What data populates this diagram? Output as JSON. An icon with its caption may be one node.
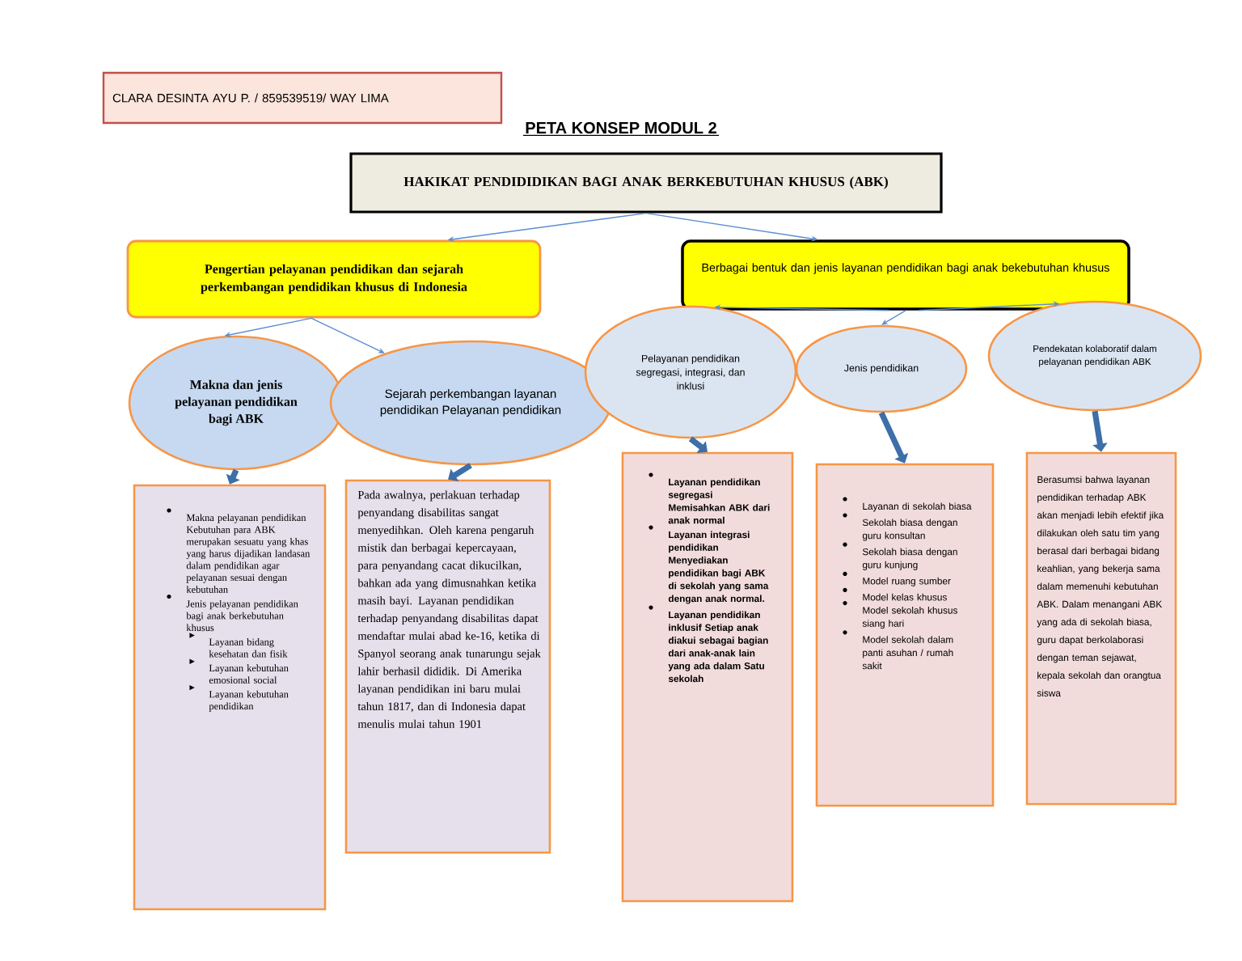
{
  "diagram": {
    "title": "PETA KONSEP MODUL 2",
    "nodes": [
      {
        "text": [
          "CLARA DESINTA AYU P. / 859539519/ WAY LIMA"
        ]
      },
      {
        "text": [
          "HAKIKAT PENDIDIDIKAN BAGI ANAK BERKEBUTUHAN KHUSUS (ABK)"
        ]
      },
      {
        "text": [
          "Pengertian pelayanan pendidikan dan sejarah perkembangan pendidikan khusus di Indonesia"
        ]
      },
      {
        "text": [
          "Berbagai bentuk dan jenis layanan pendidikan bagi anak bekebutuhan khusus"
        ]
      },
      {
        "text": [
          "Makna dan jenis pelayanan pendidikan bagi ABK"
        ]
      },
      {
        "text": [
          "Sejarah perkembangan layanan pendidikan Pelayanan pendidikan"
        ]
      },
      {
        "text": [
          "Pelayanan pendidikan segregasi, integrasi, dan inklusi"
        ]
      },
      {
        "text": [
          "Jenis pendidikan"
        ]
      },
      {
        "text": [
          "Pendekatan kolaboratif dalam pelayanan pendidikan ABK"
        ]
      },
      {
        "text": [
          "Makna pelayanan pendidikan Kebutuhan para ABK merupakan sesuatu yang khas yang harus dijadikan landasan dalam pendidikan agar pelayanan sesuai dengan kebutuhan",
          "Jenis pelayanan pendidikan bagi anak berkebutuhan khusus",
          "Layanan bidang kesehatan dan fisik",
          "Layanan kebutuhan emosional social",
          "Layanan kebutuhan pendidikan"
        ]
      },
      {
        "text": [
          "Pada awalnya, perlakuan terhadap penyandang disabilitas sangat menyedihkan. Oleh karena pengaruh mistik dan berbagai kepercayaan, para penyandang cacat dikucilkan, bahkan ada yang dimusnahkan ketika masih bayi. Layanan pendidikan terhadap penyandang disabilitas dapat mendaftar mulai abad ke-16, ketika di Spanyol seorang anak tunarungu sejak lahir berhasil dididik. Di Amerika layanan pendidikan ini baru mulai tahun 1817, dan di Indonesia dapat menulis mulai tahun 1901"
        ]
      },
      {
        "text": [
          "Layanan pendidikan segregasi Memisahkan ABK dari anak normal",
          "Layanan integrasi pendidikan Menyediakan pendidikan bagi ABK di sekolah yang sama dengan anak normal.",
          "Layanan pendidikan inklusif Setiap anak diakui sebagai bagian dari anak-anak lain yang ada dalam Satu sekolah"
        ]
      },
      {
        "text": [
          "Layanan di sekolah biasa",
          "Sekolah biasa dengan guru konsultan",
          "Sekolah biasa dengan guru kunjung",
          "Model ruang sumber",
          "Model kelas khusus",
          "Model sekolah khusus siang hari",
          "Model sekolah dalam panti asuhan / rumah sakit"
        ]
      },
      {
        "text": [
          "Berasumsi bahwa layanan pendidikan terhadap ABK akan menjadi lebih efektif jika dilakukan oleh satu tim yang berasal dari berbagai bidang keahlian, yang bekerja sama dalam memenuhi kebutuhan ABK. Dalam menangani ABK yang ada di sekolah biasa, guru dapat berkolaborasi dengan teman sejawat, kepala sekolah dan orangtua siswa"
        ]
      }
    ],
    "edges": [
      {
        "from": 1,
        "to": 2,
        "arrow": "to"
      },
      {
        "from": 1,
        "to": 3,
        "arrow": "to"
      },
      {
        "from": 2,
        "to": 4,
        "arrow": "to"
      },
      {
        "from": 2,
        "to": 5,
        "arrow": "to"
      },
      {
        "from": 3,
        "to": 6,
        "arrow": "to"
      },
      {
        "from": 3,
        "to": 7,
        "arrow": "to"
      },
      {
        "from": 3,
        "to": 8,
        "arrow": "to"
      },
      {
        "from": 4,
        "to": 9,
        "arrow": "to",
        "style": "thick",
        "color": "#3d6fa8"
      },
      {
        "from": 5,
        "to": 10,
        "arrow": "to",
        "style": "thick",
        "color": "#3d6fa8"
      },
      {
        "from": 6,
        "to": 11,
        "arrow": "to",
        "style": "thick",
        "color": "#3d6fa8"
      },
      {
        "from": 7,
        "to": 12,
        "arrow": "to",
        "style": "thick",
        "color": "#3d6fa8"
      },
      {
        "from": 8,
        "to": 13,
        "arrow": "to",
        "style": "thick",
        "color": "#3d6fa8"
      }
    ]
  }
}
